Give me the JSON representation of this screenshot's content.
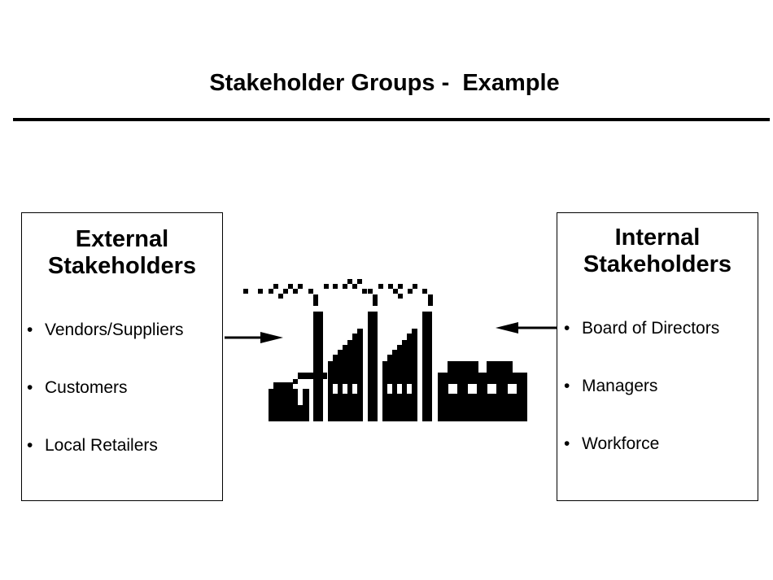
{
  "title": "Stakeholder Groups -  Example",
  "external": {
    "heading_line1": "External",
    "heading_line2": "Stakeholders",
    "items": [
      "Vendors/Suppliers",
      "Customers",
      "Local Retailers"
    ]
  },
  "internal": {
    "heading_line1": "Internal",
    "heading_line2": "Stakeholders",
    "items": [
      "Board of Directors",
      "Managers",
      "Workforce"
    ]
  },
  "icons": {
    "center": "factory-icon"
  },
  "colors": {
    "ink": "#000000",
    "background": "#ffffff"
  }
}
